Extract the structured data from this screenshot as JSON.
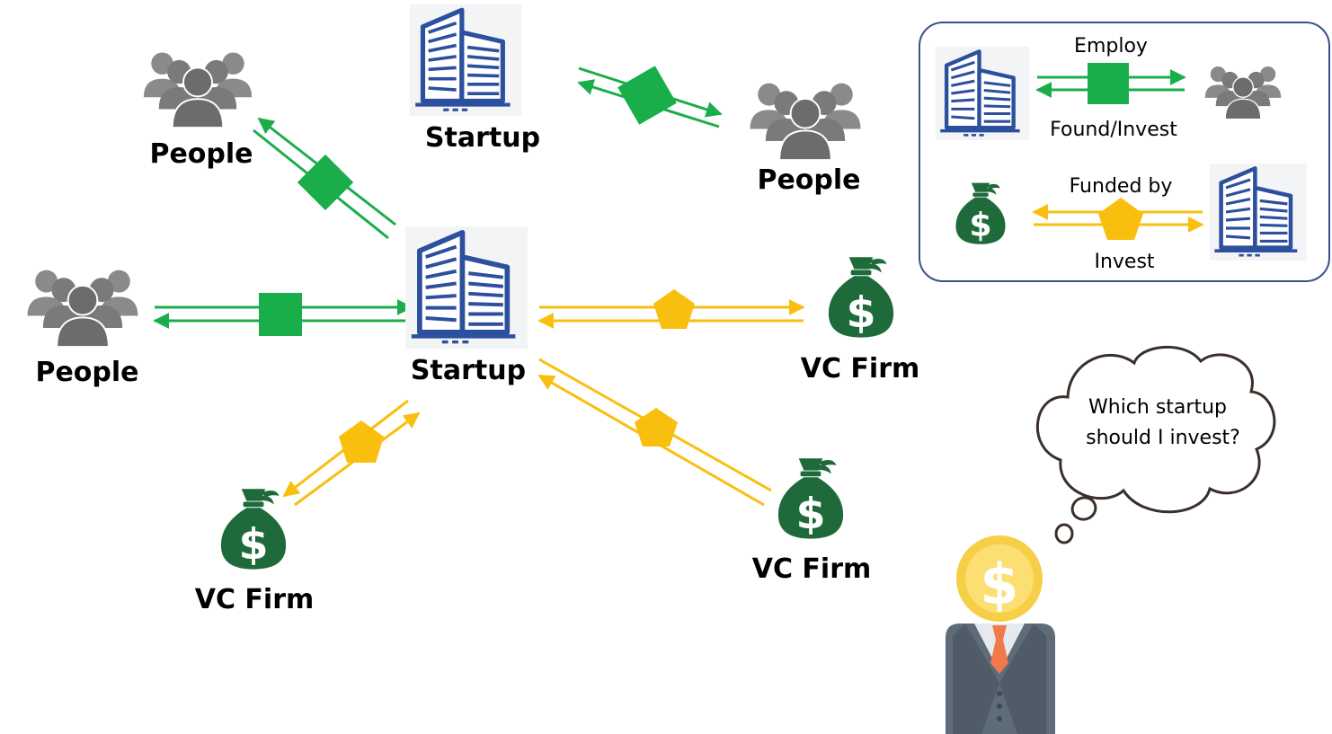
{
  "nodes": {
    "startup_center": "Startup",
    "startup_top": "Startup",
    "people_top_left": "People",
    "people_top_right": "People",
    "people_left": "People",
    "vc_right": "VC Firm",
    "vc_bottom_left": "VC Firm",
    "vc_bottom_right": "VC Firm"
  },
  "legend": {
    "employ": "Employ",
    "found_invest": "Found/Invest",
    "funded_by": "Funded by",
    "invest": "Invest"
  },
  "thought_bubble": {
    "line1": "Which startup",
    "line2": "should I invest?"
  },
  "colors": {
    "green_relation": "#1aae4b",
    "gold_relation": "#f8bf0f",
    "building_blue": "#2c4f9e",
    "money_green": "#1e6a3a",
    "people_gray": "#7a7a7a",
    "legend_border": "#3a5288",
    "suit_gray": "#5e6b78",
    "tie_orange": "#f07a4a",
    "coin_gold": "#f6cf47"
  },
  "icons": {
    "building": "office-building-icon",
    "people": "people-group-icon",
    "money": "money-bag-icon",
    "investor": "coin-head-investor-icon"
  }
}
